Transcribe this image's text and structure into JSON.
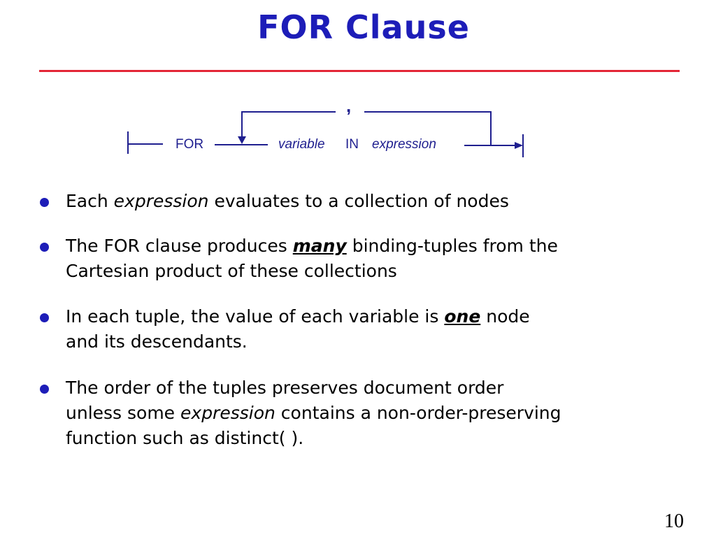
{
  "colors": {
    "title": "#1d1db8",
    "rule": "#e32636",
    "bullet": "#1d1db8",
    "diagram": "#1f1f8f",
    "text": "#000000"
  },
  "slide": {
    "title": "FOR Clause",
    "page_number": "10"
  },
  "diagram": {
    "for_keyword": "FOR",
    "variable": "variable",
    "in_keyword": "IN",
    "expression": "expression",
    "separator": ","
  },
  "bullets": {
    "b1": {
      "before": "Each ",
      "em": "expression",
      "after": "  evaluates to a collection of nodes"
    },
    "b2": {
      "before": "The FOR clause produces ",
      "em": "many",
      "after": " binding-tuples from the",
      "line2": "Cartesian product of these collections"
    },
    "b3": {
      "before": "In each tuple, the value of each variable is ",
      "em": "one",
      "after": " node",
      "line2": "and its descendants."
    },
    "b4": {
      "line1": "The order of the tuples preserves document order",
      "line2_before": "unless some ",
      "line2_em": "expression",
      "line2_after": " contains a non-order-preserving",
      "line3": "function such as distinct( )."
    }
  }
}
